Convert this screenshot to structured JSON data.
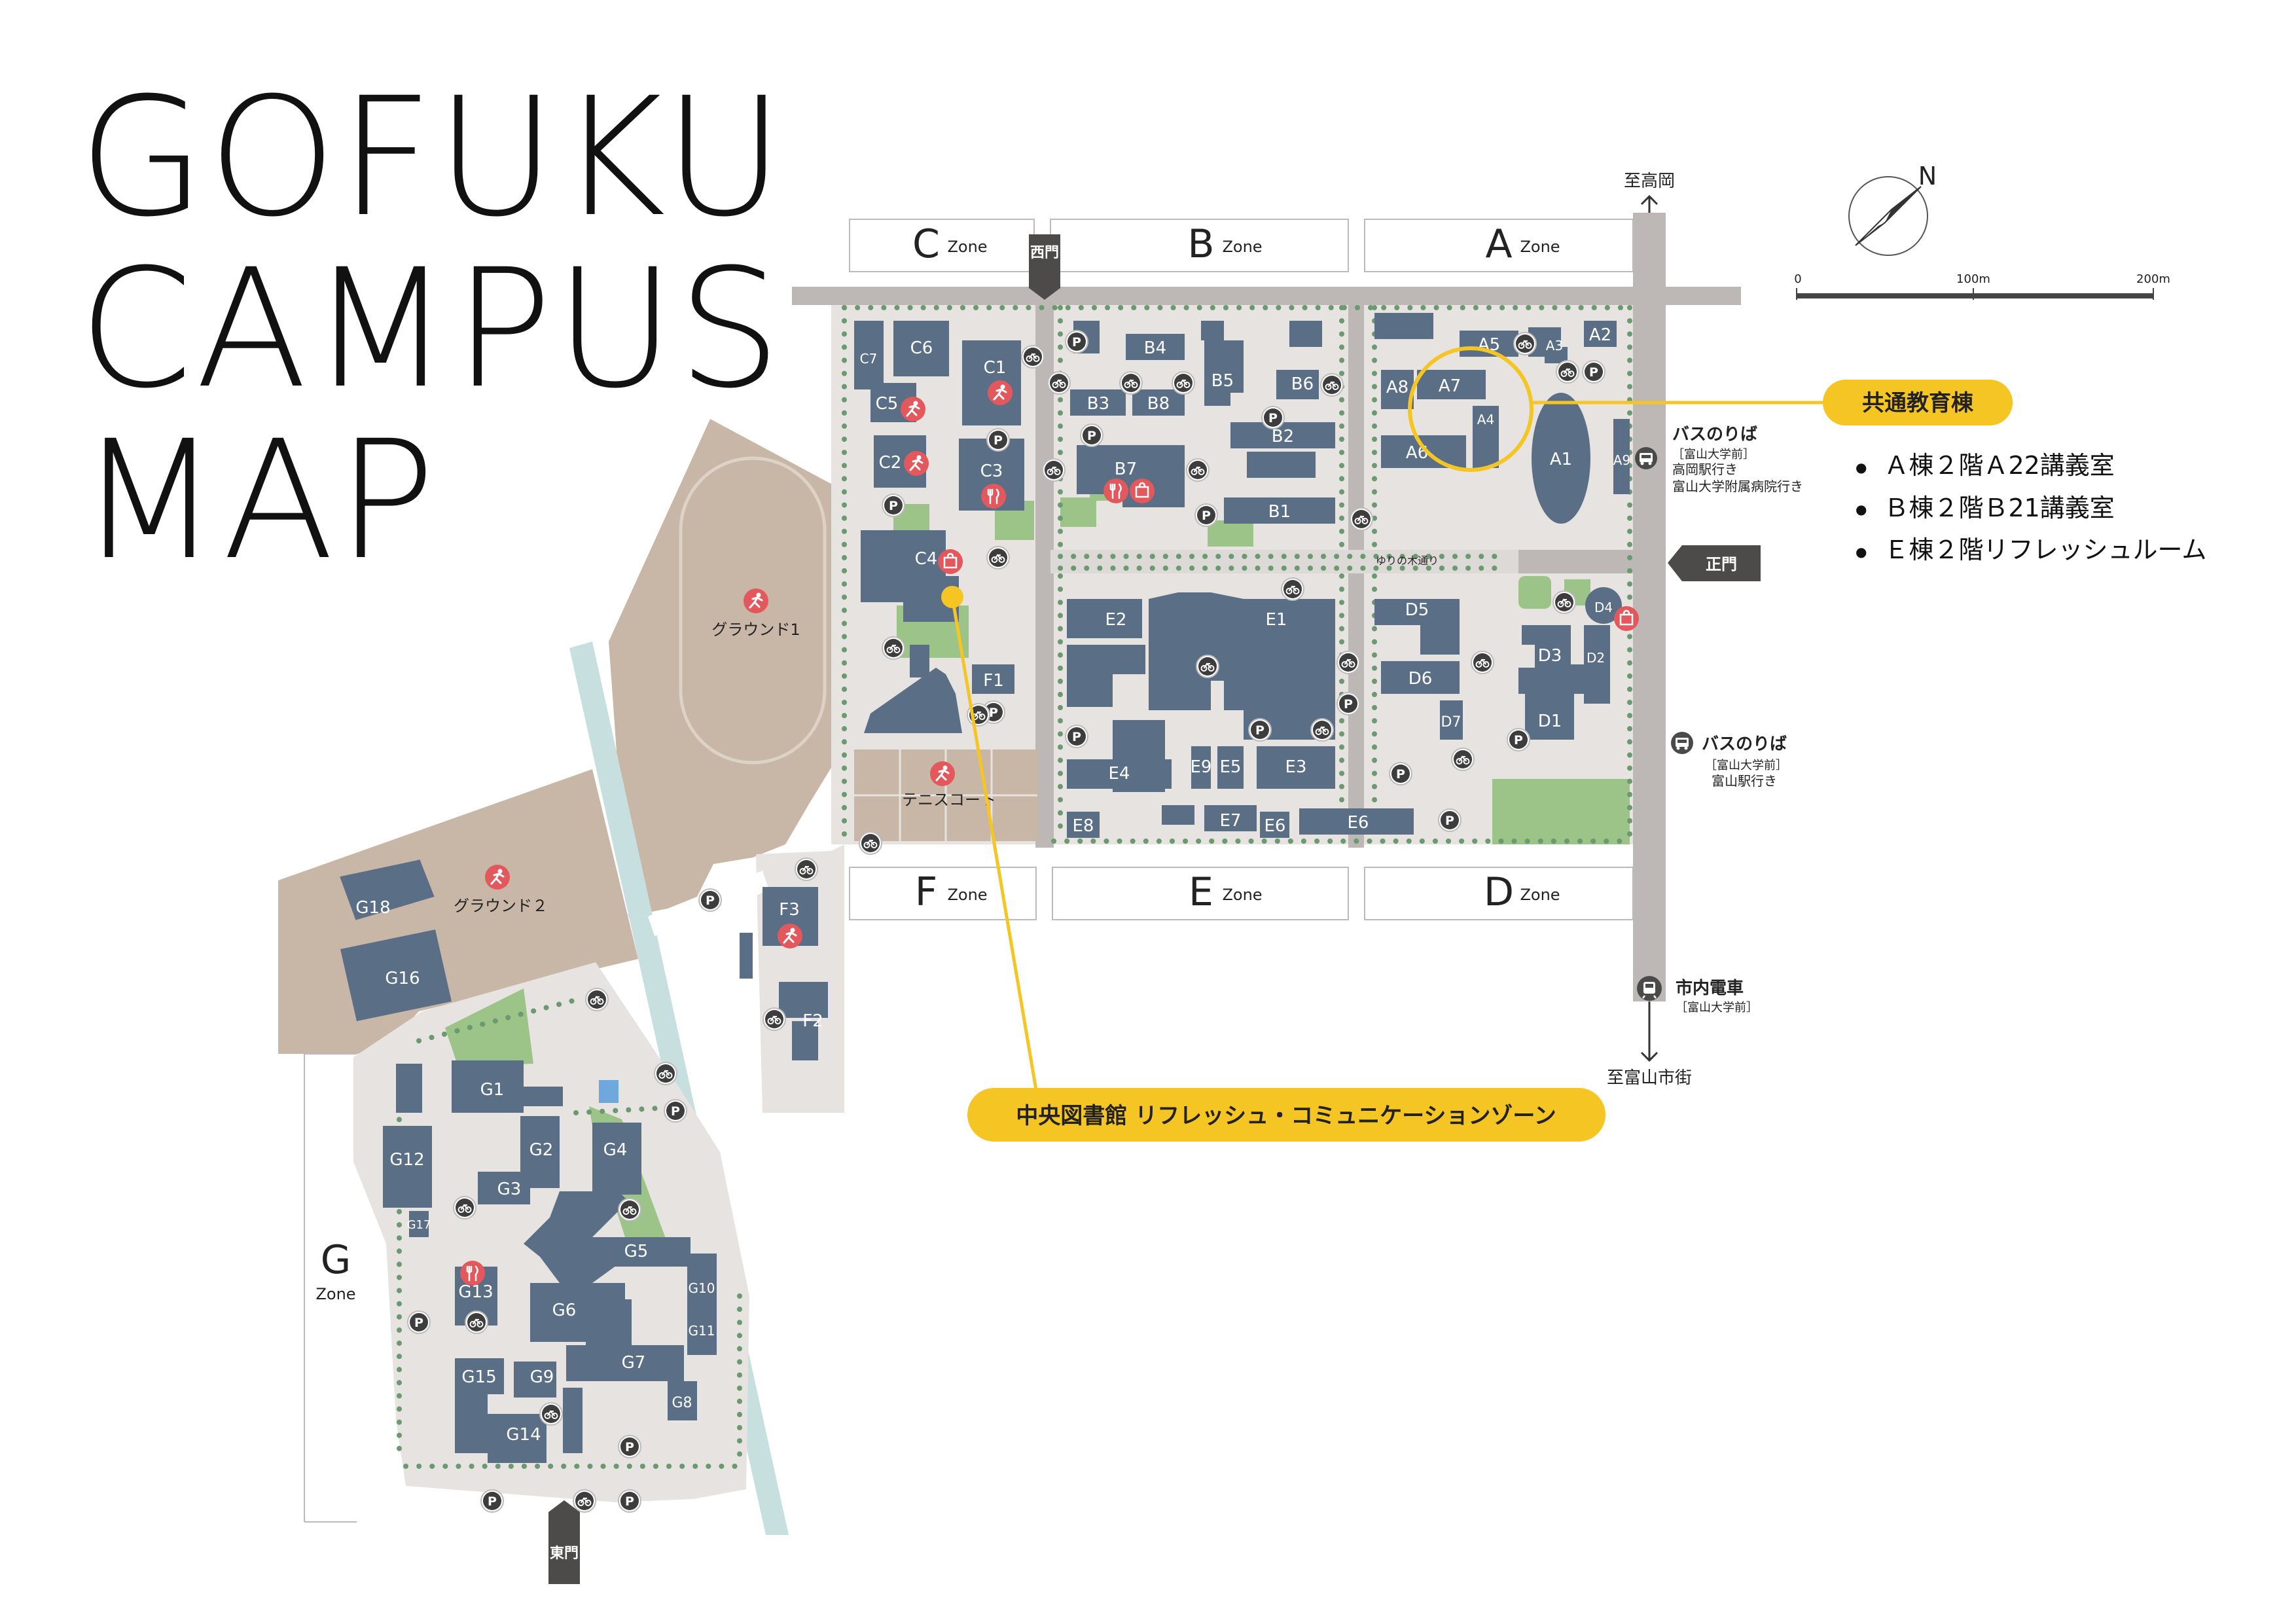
{
  "title": {
    "line1": "GOFUKU",
    "line2": "CAMPUS",
    "line3": "MAP"
  },
  "colors": {
    "building": "#5a6f85",
    "campus": "#e6e3e1",
    "road": "#bdb8b5",
    "ground": "#c8b7a6",
    "green": "#9cc488",
    "river": "#c8dfe0",
    "accent": "#f5c524",
    "red": "#e2585d",
    "dot": "#6b9a70",
    "gate": "#4d4b49"
  },
  "compass": {
    "letter": "N"
  },
  "scale": {
    "labels": [
      "0",
      "100m",
      "200m"
    ]
  },
  "zones": {
    "c": {
      "letter": "C",
      "label": "Zone"
    },
    "b": {
      "letter": "B",
      "label": "Zone"
    },
    "a": {
      "letter": "A",
      "label": "Zone"
    },
    "f": {
      "letter": "F",
      "label": "Zone"
    },
    "e": {
      "letter": "E",
      "label": "Zone"
    },
    "d": {
      "letter": "D",
      "label": "Zone"
    },
    "g": {
      "letter": "G",
      "label": "Zone"
    }
  },
  "gates": {
    "west": "西門",
    "main": "正門",
    "east": "東門"
  },
  "directions": {
    "north": "至高岡",
    "south": "至富山市街"
  },
  "street": {
    "yurinoki": "ゆりの木通り"
  },
  "grounds": {
    "ground1": "グラウンド1",
    "ground2": "グラウンド２",
    "tennis": "テニスコート"
  },
  "bus1": {
    "title": "バスのりば",
    "l1": "［富山大学前］",
    "l2": "高岡駅行き",
    "l3": "富山大学附属病院行き"
  },
  "bus2": {
    "title": "バスのりば",
    "l1": "［富山大学前］",
    "l2": "富山駅行き"
  },
  "tram": {
    "title": "市内電車",
    "l1": "［富山大学前］"
  },
  "callouts": {
    "kyotsu": {
      "label": "共通教育棟"
    },
    "library": {
      "label": "中央図書館 リフレッシュ・コミュニケーションゾーン"
    },
    "rooms": [
      "Ａ棟２階Ａ22講義室",
      "Ｂ棟２階Ｂ21講義室",
      "Ｅ棟２階リフレッシュルーム"
    ]
  },
  "icons": {
    "bike": "bicycle-icon",
    "parking": "parking-icon",
    "sport": "sports-icon",
    "food": "restaurant-icon",
    "shop": "shop-icon",
    "bus": "bus-icon",
    "tram": "tram-icon"
  },
  "parking_letter": "P",
  "buildings": {
    "A1": "A1",
    "A2": "A2",
    "A3": "A3",
    "A4": "A4",
    "A5": "A5",
    "A6": "A6",
    "A7": "A7",
    "A8": "A8",
    "A9": "A9",
    "B1": "B1",
    "B2": "B2",
    "B3": "B3",
    "B4": "B4",
    "B5": "B5",
    "B6": "B6",
    "B7": "B7",
    "B8": "B8",
    "C1": "C1",
    "C2": "C2",
    "C3": "C3",
    "C4": "C4",
    "C5": "C5",
    "C6": "C6",
    "C7": "C7",
    "D1": "D1",
    "D2": "D2",
    "D3": "D3",
    "D4": "D4",
    "D5": "D5",
    "D6": "D6",
    "D7": "D7",
    "E1": "E1",
    "E2": "E2",
    "E3": "E3",
    "E4": "E4",
    "E5": "E5",
    "E6a": "E6",
    "E6b": "E6",
    "E7": "E7",
    "E8": "E8",
    "E9": "E9",
    "F1": "F1",
    "F2": "F2",
    "F3": "F3",
    "G1": "G1",
    "G2": "G2",
    "G3": "G3",
    "G4": "G4",
    "G5": "G5",
    "G6": "G6",
    "G7": "G7",
    "G8": "G8",
    "G9": "G9",
    "G10": "G10",
    "G11": "G11",
    "G12": "G12",
    "G13": "G13",
    "G14": "G14",
    "G15": "G15",
    "G16": "G16",
    "G17": "G17",
    "G18": "G18"
  }
}
